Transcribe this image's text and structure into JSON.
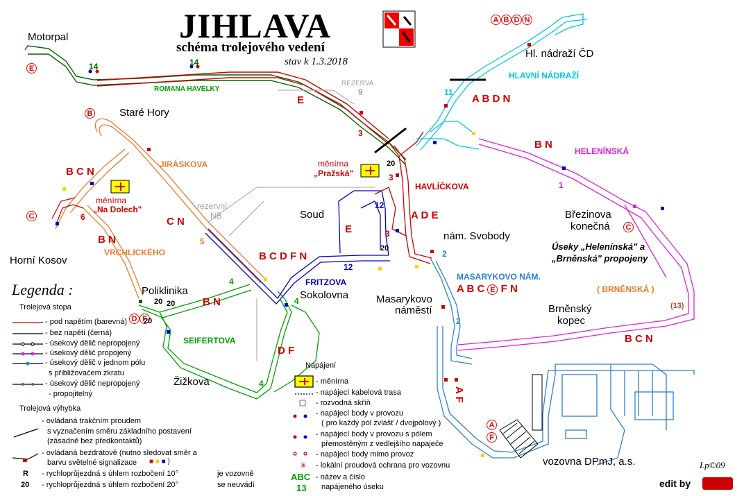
{
  "title": {
    "main": "JIHLAVA",
    "sub": "schéma trolejového vedení",
    "stav": "stav k 1.3.2018"
  },
  "stations": {
    "motorpal": "Motorpal",
    "stare_hory": "Staré Hory",
    "horni_kosov": "Horní Kosov",
    "hl_nadrazi": "Hl. nádraží ČD",
    "brezinova": "Březinova",
    "brezinova2": "konečná",
    "soud": "Soud",
    "nam_svobody": "nám. Svobody",
    "poliklinika": "Poliklinika",
    "sokolovna": "Sokolovna",
    "masarykovo": "Masarykovo",
    "namesti": "náměstí",
    "brnensky": "Brněnský",
    "kopec": "kopec",
    "zizkova": "Žižkova",
    "vozovna": "vozovna DPmJ, a.s."
  },
  "sections": {
    "romana": "ROMANA HAVELKY",
    "jiraskova": "JIRÁSKOVA",
    "vrchlickeho": "VRCHLICKÉHO",
    "havlickova": "HAVLÍČKOVA",
    "fritzova": "FRITZOVA",
    "seifertova": "SEIFERTOVA",
    "hlavni_nadrazi": "HLAVNÍ NÁDRAŽÍ",
    "heleninska": "HELENÍNSKÁ",
    "masarykovo": "MASARYKOVO NÁM.",
    "brnenska": "( BRNĚNSKÁ )",
    "rezerva": "REZERVA",
    "rezervni1": "rezervní",
    "rezervni2": "NB"
  },
  "menirny": {
    "prazska1": "měnírna",
    "prazska2": "„Pražská\"",
    "nadolech1": "měnírna",
    "nadolech2": "„Na Dolech\""
  },
  "note": {
    "l1": "Úseky „Helenínská\" a",
    "l2": "„Brněnská\" propojeny"
  },
  "labels": {
    "e_top": "E",
    "abdn_top": "ABDN",
    "abdn": "A B D N",
    "bn": "B N",
    "bcn": "B C N",
    "cn": "C N",
    "bn2": "B N",
    "ade": "A D E",
    "e_mid": "E",
    "bcdfn": "B C D F N",
    "abcefn_a": "A B C",
    "abcefn_e": "E",
    "abcefn_b": "F N",
    "bn3": "B N",
    "df1": "D",
    "df2": "F",
    "df3": "D F",
    "af": "A F",
    "bcn2": "B C N",
    "b": "B",
    "c": "C",
    "e_motor": "E",
    "c_brez": "C",
    "a_voz": "A",
    "f_voz": "F",
    "13": "(13)"
  },
  "numbers": {
    "n14a": "14",
    "n14b": "14",
    "n9": "9",
    "n3a": "3",
    "n3b": "3",
    "n3c": "3",
    "n20a": "20",
    "n20b": "20",
    "n20c": "20",
    "n20d": "20",
    "n20e": "20",
    "n11": "11",
    "n1": "1",
    "n12a": "12",
    "n12b": "12",
    "n2a": "2",
    "n2b": "2",
    "n5": "5",
    "n6": "6",
    "n4a": "4",
    "n4b": "4",
    "n4c": "4"
  },
  "legend": {
    "title": "Legenda :",
    "stopa": "Trolejová stopa",
    "l1": "- pod napětím (barevná)",
    "l2": "- bez napětí (černá)",
    "l3": "- úsekový dělič nepropojený",
    "l4": "- úsekový dělič propojený",
    "l5": "- úsekový dělič v jednom pólu",
    "l5b": "s přibližovačem zkratu",
    "l6": "- úsekový dělič nepropojený",
    "l6b": "- propojitelný",
    "vyhybka": "Trolejová výhybka",
    "v1": "- ovládaná trakčním proudem",
    "v1b": "s vyznačením směru základního postavení",
    "v1c": "(zásadně bez předkontaktů)",
    "v2": "- ovládaná bezdrátově (nutno sledovat směr a",
    "v2b": "barvu světelné signalizace",
    "v3k": "R",
    "v3": "- rychloprůjezdná s úhlem rozbočení 10°",
    "v4k": "20",
    "v4": "- rychloprůjezdná s úhlem rozbočení 20°",
    "v34": "je vozovně",
    "v34b": "se neuvádí",
    "napajeni": "Napájení",
    "n1": "- měnírna",
    "n2": "- napájecí kabelová trasa",
    "n3": "- rozvodná skříň",
    "n4": "- napájecí body v provozu",
    "n4b": "( pro každý pól zvlášť / dvojpólový )",
    "n5": "- napájecí body v provozu s pólem",
    "n5b": "přemostěným z vedlejšího napaječe",
    "n6": "- napájecí body mimo provoz",
    "n7": "- lokální proudová ochrana pro vozovnu",
    "n8k": "ABC",
    "n8k2": "13",
    "n8": "- název a číslo",
    "n8b": "napájeného úseku"
  },
  "credit": {
    "lp": "Lp©09",
    "edit": "edit by"
  },
  "colors": {
    "red": "#cc0000",
    "green": "#00a000",
    "darkgreen": "#006400",
    "orange": "#e87c2c",
    "cyan": "#00c8e8",
    "magenta": "#e020e0",
    "blue": "#0000cc",
    "lightblue": "#2a80d0",
    "brown": "#a0522d",
    "gray": "#a0a0a0"
  }
}
